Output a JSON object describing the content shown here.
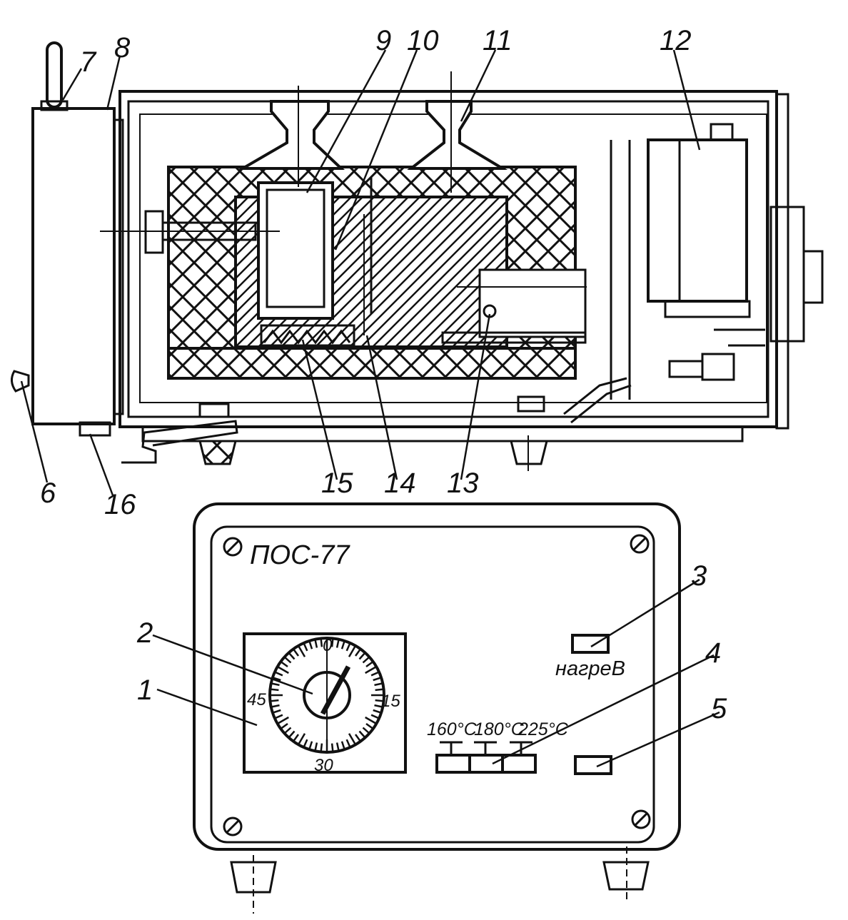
{
  "callouts": {
    "n1": "1",
    "n2": "2",
    "n3": "3",
    "n4": "4",
    "n5": "5",
    "n6": "6",
    "n7": "7",
    "n8": "8",
    "n9": "9",
    "n10": "10",
    "n11": "11",
    "n12": "12",
    "n13": "13",
    "n14": "14",
    "n15": "15",
    "n16": "16"
  },
  "front_panel": {
    "model": "ПОС-77",
    "heat_label": "нагреВ",
    "temps": [
      "160°C",
      "180°C",
      "225°C"
    ],
    "dial": {
      "ticks": [
        "0",
        "15",
        "30",
        "45"
      ]
    }
  },
  "colors": {
    "ink": "#111111",
    "paper": "#ffffff"
  }
}
